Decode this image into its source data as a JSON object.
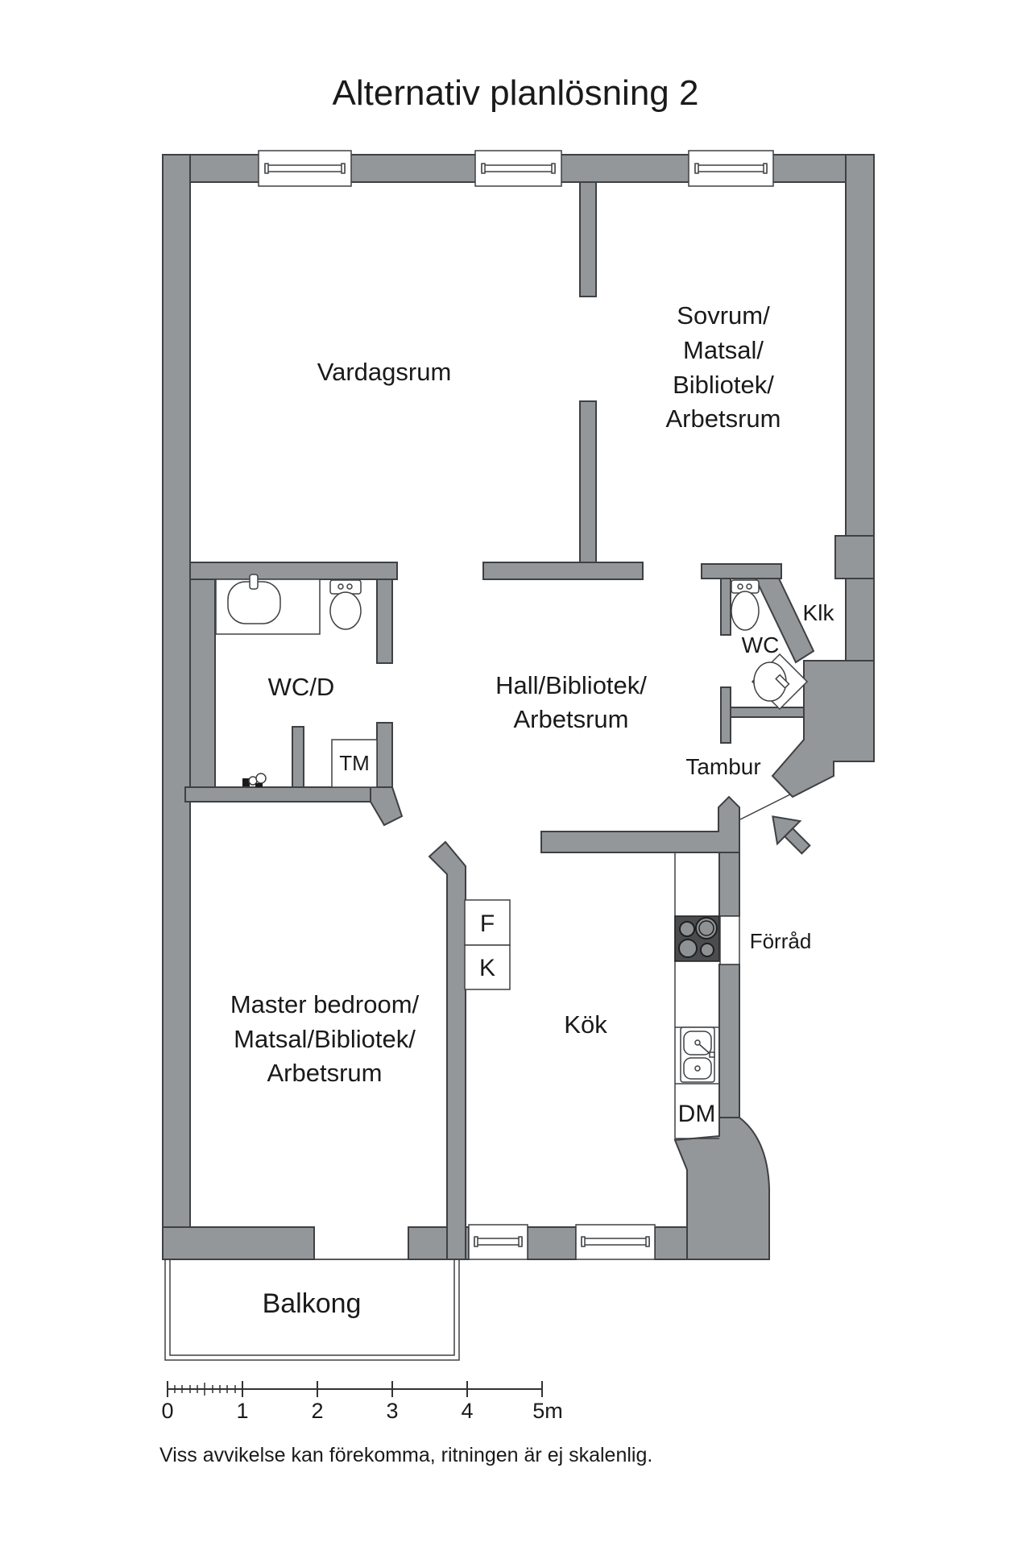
{
  "title": "Alternativ planlösning 2",
  "rooms": {
    "vardagsrum": {
      "label": "Vardagsrum"
    },
    "sovrum": {
      "lines": [
        "Sovrum/",
        "Matsal/",
        "Bibliotek/",
        "Arbetsrum"
      ]
    },
    "wcd": {
      "label": "WC/D"
    },
    "hall": {
      "lines": [
        "Hall/Bibliotek/",
        "Arbetsrum"
      ]
    },
    "klk": {
      "label": "Klk"
    },
    "wc": {
      "label": "WC"
    },
    "tm": {
      "label": "TM"
    },
    "tambur": {
      "label": "Tambur"
    },
    "master": {
      "lines": [
        "Master bedroom/",
        "Matsal/Bibliotek/",
        "Arbetsrum"
      ]
    },
    "kok": {
      "label": "Kök"
    },
    "forrad": {
      "label": "Förråd"
    },
    "dm": {
      "label": "DM"
    },
    "fridge": {
      "label": "F"
    },
    "freezer": {
      "label": "K"
    },
    "balkong": {
      "label": "Balkong"
    }
  },
  "scale_bar": {
    "labels": [
      "0",
      "1",
      "2",
      "3",
      "4",
      "5m"
    ]
  },
  "disclaimer": "Viss avvikelse kan förekomma, ritningen är ej skalenlig.",
  "colors": {
    "wall": "#94979a",
    "outline": "#3e4043",
    "text": "#1a1a1a",
    "stove": "#4a4c4e",
    "burner": "#8f9294",
    "background": "#ffffff"
  }
}
